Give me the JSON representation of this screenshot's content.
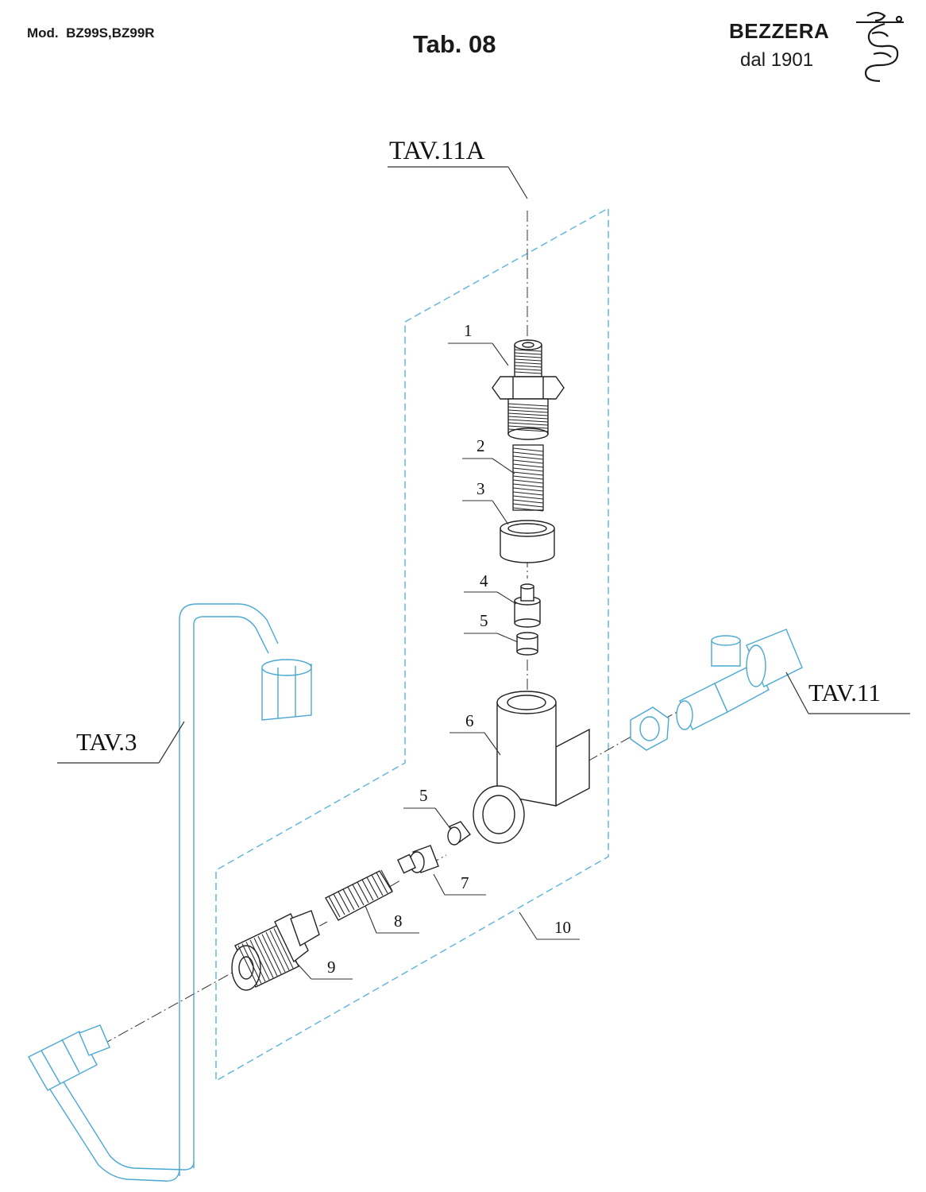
{
  "header": {
    "model": "Mod.  BZ99S,BZ99R",
    "table": "Tab. 08",
    "brand": "BEZZERA",
    "since": "dal 1901",
    "logo_icon": "serpent-logo-icon"
  },
  "references": {
    "tav_11a": "TAV.11A",
    "tav_11": "TAV.11",
    "tav_3": "TAV.3"
  },
  "callouts": {
    "p1": "1",
    "p2": "2",
    "p3": "3",
    "p4": "4",
    "p5_top": "5",
    "p5_side": "5",
    "p6": "6",
    "p7": "7",
    "p8": "8",
    "p9": "9",
    "p10": "10"
  },
  "colors": {
    "ink": "#222222",
    "reference_parts": "#4aa8d4",
    "dashed_plane": "#5ab3dd"
  }
}
